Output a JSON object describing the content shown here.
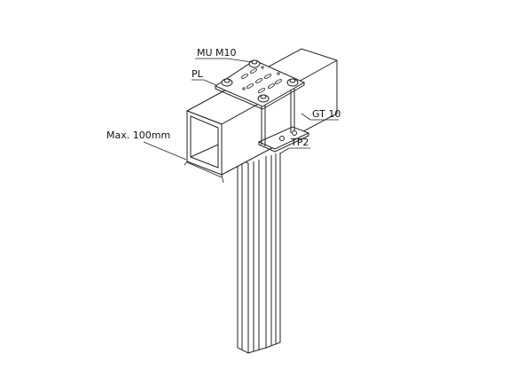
{
  "labels": {
    "nut": "MU M10",
    "plate": "PL",
    "threaded_rod": "GT 10",
    "lower_plate": "TP2",
    "max_dimension": "Max. 100mm"
  }
}
